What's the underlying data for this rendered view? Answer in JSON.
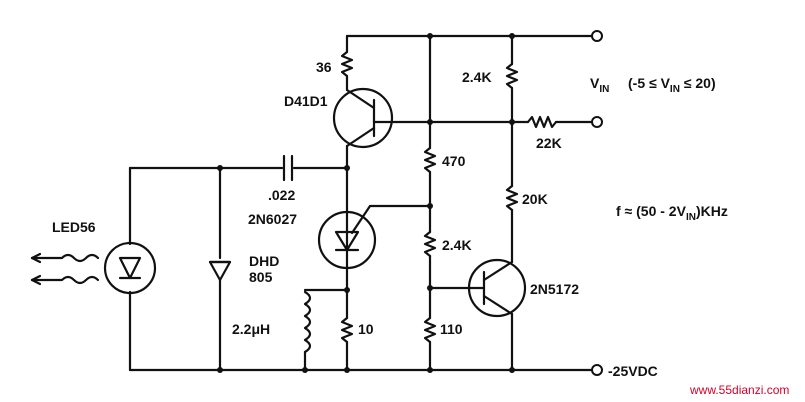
{
  "labels": {
    "r36": "36",
    "q1": "D41D1",
    "c1": ".022",
    "pnp": "2N6027",
    "led": "LED56",
    "dhd1": "DHD",
    "dhd2": "805",
    "ind": "2.2μH",
    "r10": "10",
    "r470": "470",
    "r24k_mid": "2.4K",
    "r110": "110",
    "r24k_top": "2.4K",
    "r22k": "22K",
    "r20k": "20K",
    "q2": "2N5172",
    "vin": "V",
    "vin_sub": "IN",
    "vin_range_pre": "(-5 ≤ V",
    "vin_range_sub": "IN",
    "vin_range_post": " ≤ 20)",
    "freq_pre": "f ≈ (50 - 2V",
    "freq_sub": "IN",
    "freq_post": ")KHz",
    "supply": "-25VDC",
    "watermark": "www.55dianzi.com"
  },
  "colors": {
    "watermark": "#d4002a",
    "ink": "#111111"
  }
}
